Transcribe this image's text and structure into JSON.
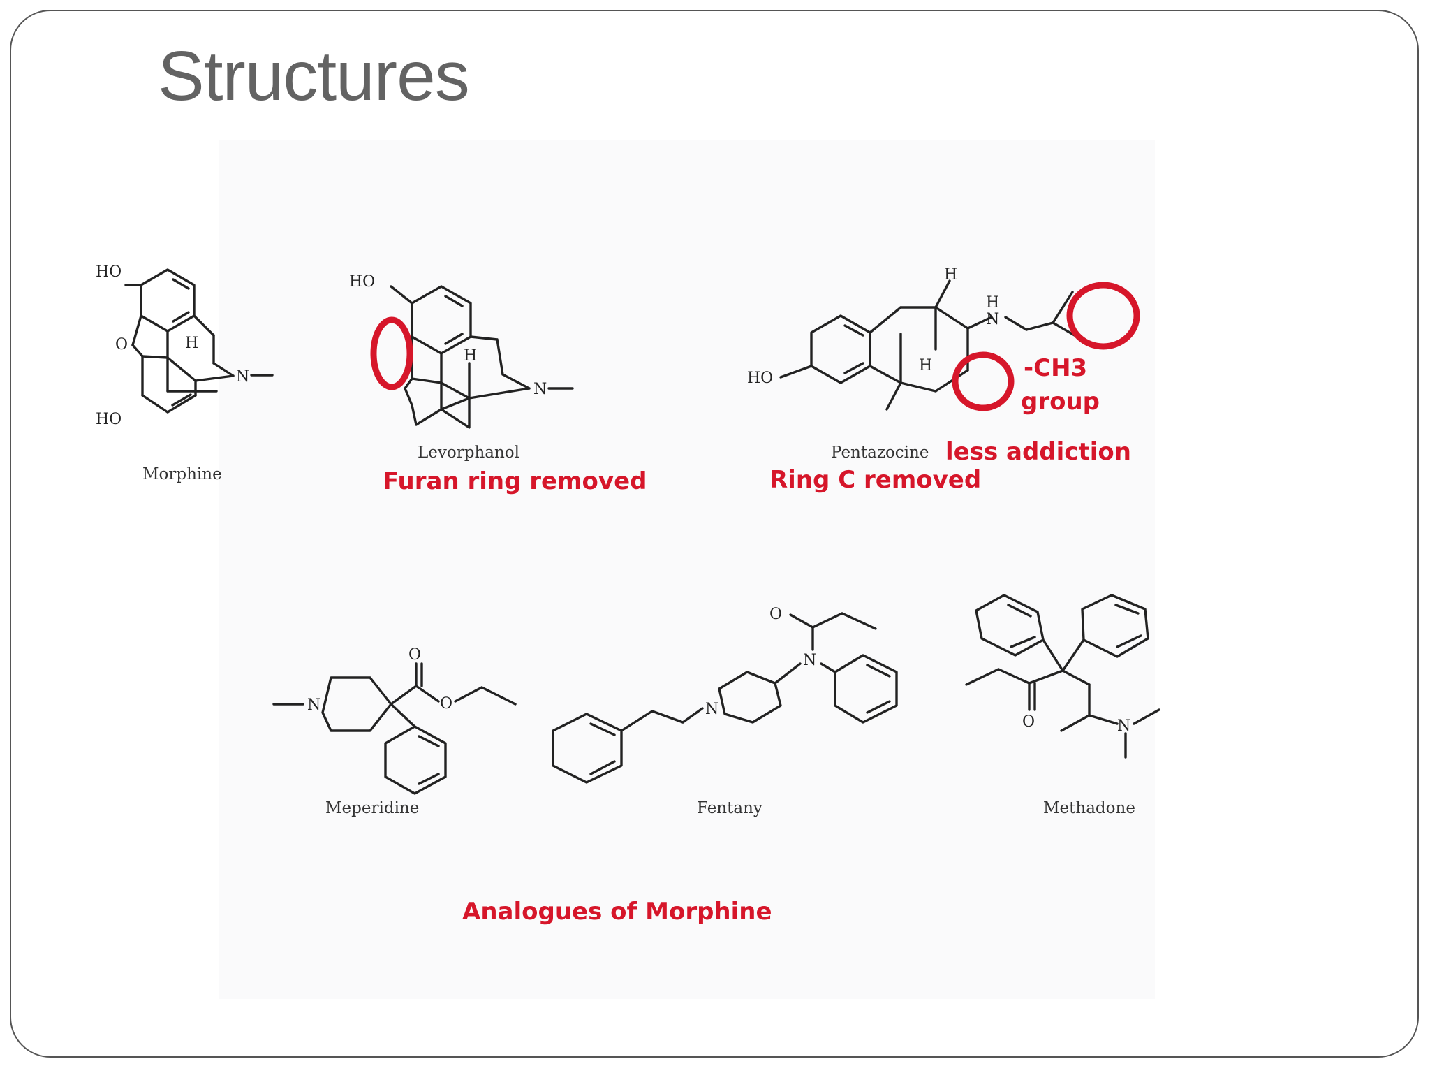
{
  "slide": {
    "title": "Structures"
  },
  "atoms": {
    "hydroxyl": "HO",
    "oxygen": "O",
    "nitrogen": "N",
    "hydrogen": "H"
  },
  "molecules": {
    "morphine": "Morphine",
    "levorphanol": "Levorphanol",
    "pentazocine": "Pentazocine",
    "meperidine": "Meperidine",
    "fentanyl": "Fentany",
    "methadone": "Methadone"
  },
  "annotations": {
    "furan_removed": "Furan ring removed",
    "ring_c_removed": "Ring C removed",
    "less_addiction": "less addiction",
    "ch3_line1": "-CH3",
    "ch3_line2": "group",
    "analogues_caption": "Analogues of Morphine"
  },
  "colors": {
    "annotation": "#d6162a",
    "title": "#636363",
    "border": "#555555"
  }
}
